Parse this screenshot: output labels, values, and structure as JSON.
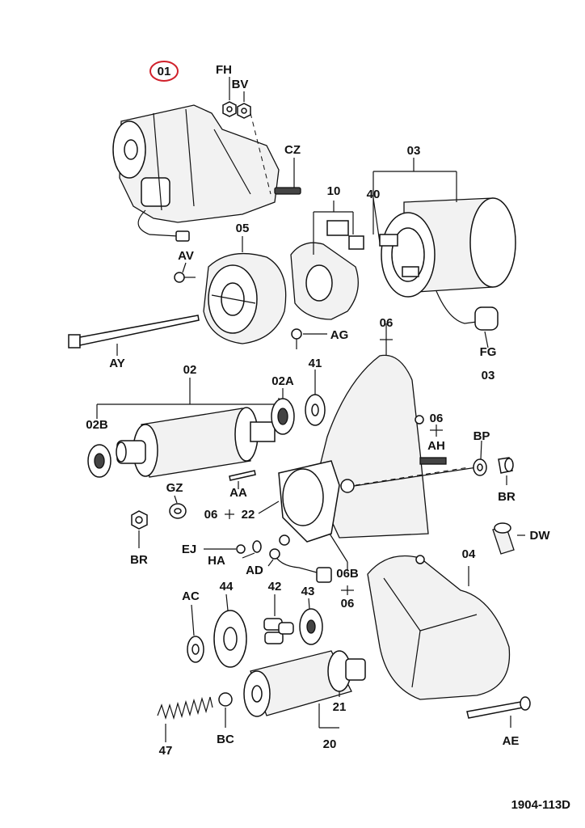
{
  "drawing_ref": "1904-113D",
  "highlighted_label": "01",
  "labels": {
    "p01": "01",
    "FH": "FH",
    "BV": "BV",
    "CZ": "CZ",
    "p03": "03",
    "p40": "40",
    "p10": "10",
    "p05": "05",
    "AV": "AV",
    "AG": "AG",
    "AY": "AY",
    "FG": "FG",
    "FG03": "03",
    "p06top": "06",
    "p02": "02",
    "p02A": "02A",
    "p41": "41",
    "p02B": "02B",
    "p06mid": "06",
    "AH": "AH",
    "BP": "BP",
    "BR_right": "BR",
    "AA": "AA",
    "GZ": "GZ",
    "p06_22a": "06",
    "p22": "22",
    "BR_left": "BR",
    "DW": "DW",
    "EJ": "EJ",
    "HA": "HA",
    "AD": "AD",
    "p06B": "06B",
    "p06bottom": "06",
    "p04": "04",
    "AC": "AC",
    "p44": "44",
    "p42": "42",
    "p43": "43",
    "p21": "21",
    "p20": "20",
    "p47": "47",
    "BC": "BC",
    "AE": "AE"
  }
}
